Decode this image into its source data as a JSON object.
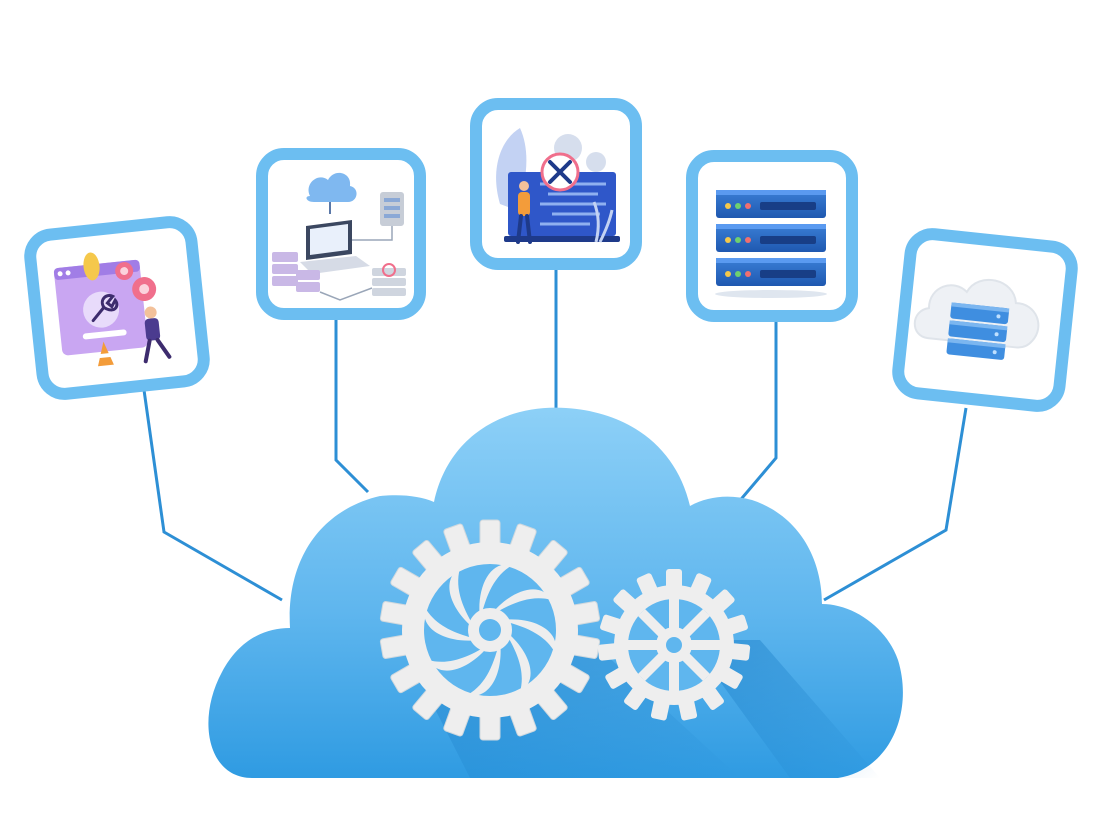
{
  "diagram": {
    "hub": {
      "icon": "cloud-gears-icon"
    },
    "nodes": [
      {
        "id": "maintenance",
        "icon": "website-maintenance-icon"
      },
      {
        "id": "network",
        "icon": "cloud-network-icon"
      },
      {
        "id": "repair",
        "icon": "developer-tools-icon"
      },
      {
        "id": "server",
        "icon": "server-rack-icon"
      },
      {
        "id": "cloud-storage",
        "icon": "cloud-storage-icon"
      }
    ],
    "colors": {
      "accent": "#6cbef1",
      "line": "#2d8fd5",
      "cloud_light": "#79c4f3",
      "cloud_dark": "#2f9be2",
      "gear": "#ececec"
    }
  }
}
